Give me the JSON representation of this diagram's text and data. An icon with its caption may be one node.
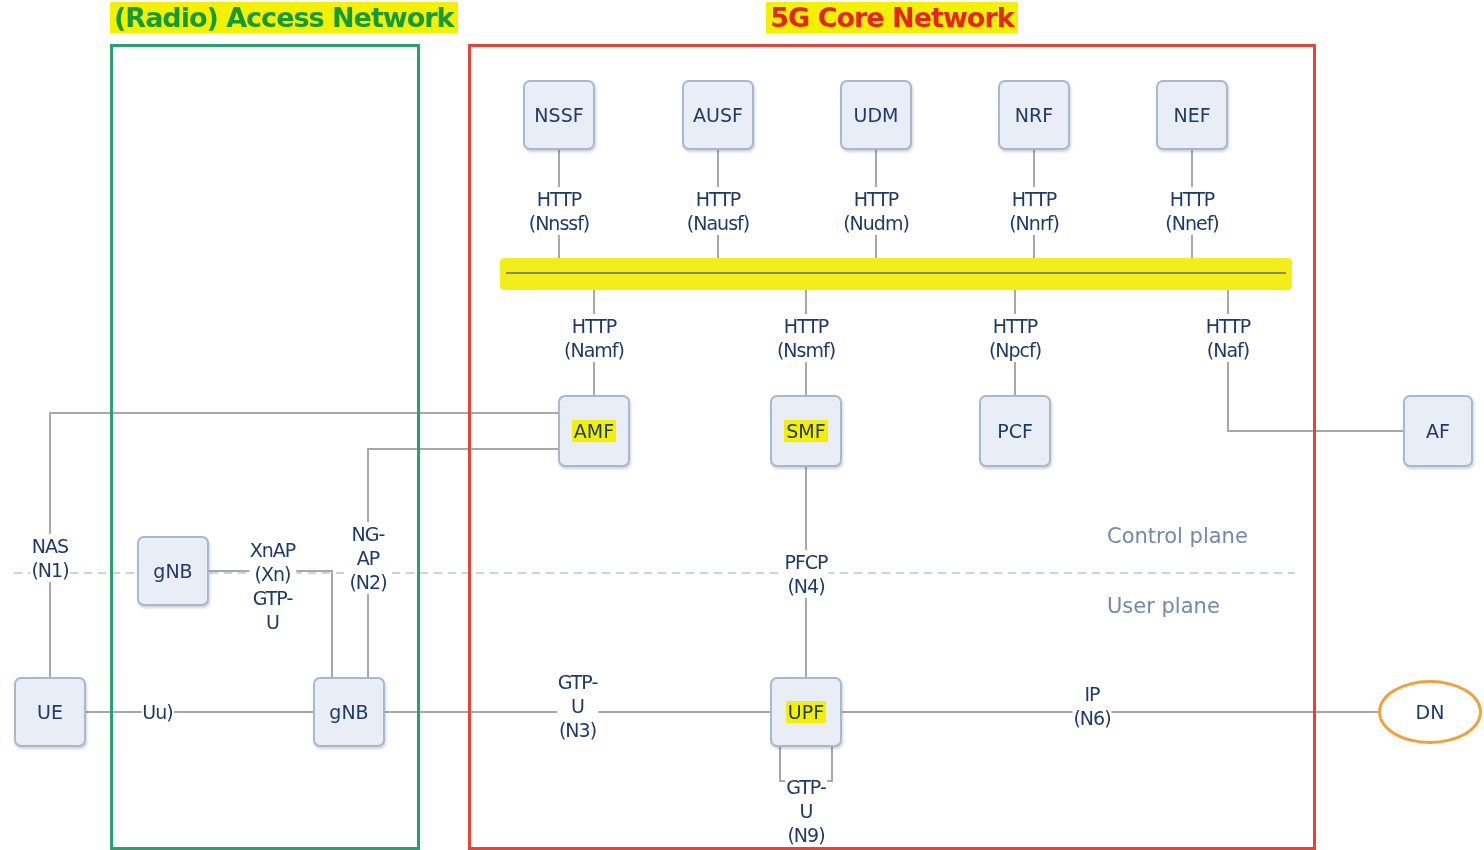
{
  "diagram": {
    "nodes": [
      {
        "text": [
          "(Radio) Access Network"
        ]
      },
      {
        "text": [
          "5G Core Network"
        ]
      },
      {
        "text": [
          "NSSF"
        ],
        "in": 1
      },
      {
        "text": [
          "AUSF"
        ],
        "in": 1
      },
      {
        "text": [
          "UDM"
        ],
        "in": 1
      },
      {
        "text": [
          "NRF"
        ],
        "in": 1
      },
      {
        "text": [
          "NEF"
        ],
        "in": 1
      },
      {
        "text": [
          "AMF"
        ],
        "in": 1
      },
      {
        "text": [
          "SMF"
        ],
        "in": 1
      },
      {
        "text": [
          "PCF"
        ],
        "in": 1
      },
      {
        "text": [
          "UPF"
        ],
        "in": 1
      },
      {
        "text": [
          "AF"
        ]
      },
      {
        "text": [
          "DN"
        ]
      },
      {
        "text": [
          "UE"
        ]
      },
      {
        "text": [
          "gNB"
        ],
        "in": 0
      },
      {
        "text": [
          "gNB"
        ],
        "in": 0
      },
      {
        "text": [],
        "shape": "bar",
        "in": 1
      }
    ],
    "edges": [
      {
        "from": 2,
        "to": 16,
        "arrow": "none",
        "label": "HTTP (Nnssf)"
      },
      {
        "from": 3,
        "to": 16,
        "arrow": "none",
        "label": "HTTP (Nausf)"
      },
      {
        "from": 4,
        "to": 16,
        "arrow": "none",
        "label": "HTTP (Nudm)"
      },
      {
        "from": 5,
        "to": 16,
        "arrow": "none",
        "label": "HTTP (Nnrf)"
      },
      {
        "from": 6,
        "to": 16,
        "arrow": "none",
        "label": "HTTP (Nnef)"
      },
      {
        "from": 7,
        "to": 16,
        "arrow": "none",
        "label": "HTTP (Namf)"
      },
      {
        "from": 8,
        "to": 16,
        "arrow": "none",
        "label": "HTTP (Nsmf)"
      },
      {
        "from": 9,
        "to": 16,
        "arrow": "none",
        "label": "HTTP (Npcf)"
      },
      {
        "from": 11,
        "to": 16,
        "arrow": "none",
        "label": "HTTP (Naf)"
      },
      {
        "from": 13,
        "to": 7,
        "arrow": "none",
        "label": "NAS (N1)"
      },
      {
        "from": 15,
        "to": 7,
        "arrow": "none",
        "label": "NG-AP (N2)"
      },
      {
        "from": 14,
        "to": 15,
        "arrow": "none",
        "label": "XnAP (Xn) GTP-U"
      },
      {
        "from": 13,
        "to": 15,
        "arrow": "none",
        "label": "Uu)"
      },
      {
        "from": 15,
        "to": 10,
        "arrow": "none",
        "label": "GTP-U (N3)"
      },
      {
        "from": 8,
        "to": 10,
        "arrow": "none",
        "label": "PFCP (N4)"
      },
      {
        "from": 10,
        "to": 12,
        "arrow": "none",
        "label": "IP (N6)"
      },
      {
        "from": 10,
        "to": 10,
        "arrow": "none",
        "label": "GTP-U (N9)"
      }
    ],
    "labels": [
      "Control plane",
      "User plane"
    ]
  }
}
